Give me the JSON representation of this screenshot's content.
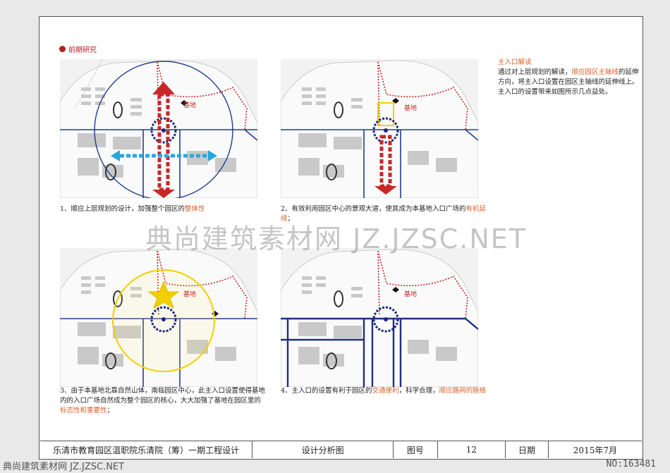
{
  "section_title": "前期研究",
  "panel_label": "基地",
  "captions": {
    "c1_pre": "1、顺应上层规划的设计，加强整个园区的",
    "c1_hl": "整体性",
    "c2_pre": "2、有效利用园区中心的景观大道，使其成为本基地入口广场的",
    "c2_hl": "有机延续",
    "c2_post": "；",
    "c3_pre": "3、由于本基地北靠自然山体，南临园区中心，此主入口设置使得基地内的入口广场自然成为整个园区的核心，大大加强了基地在园区里的",
    "c3_hl": "标志性和重要性",
    "c3_post": "；",
    "c4_pre": "4、主入口的设置有利于园区的",
    "c4_hl1": "交通便利",
    "c4_mid": "，科学合理，",
    "c4_hl2": "顺应路网的脉络"
  },
  "note": {
    "title": "主入口解读",
    "text_pre": "通过对上层规划的解读，",
    "text_hl": "顺应园区主轴线",
    "text_post": "的延伸方向，将主入口设置在园区主轴线的延伸线上。主入口的设置带来如图所示几点益处。"
  },
  "watermark": "典尚建筑素材网 JZ.JZSC.NET",
  "titlebar": {
    "project": "乐清市教育园区温职院乐清院（筹）一期工程设计",
    "drawing": "设计分析图",
    "fig_label": "图号",
    "fig_no": "12",
    "date_label": "日期",
    "date": "2015年7月"
  },
  "footer": {
    "left": "典尚建筑素材网 JZ.JZSC.NET",
    "right": "NO:163481"
  }
}
